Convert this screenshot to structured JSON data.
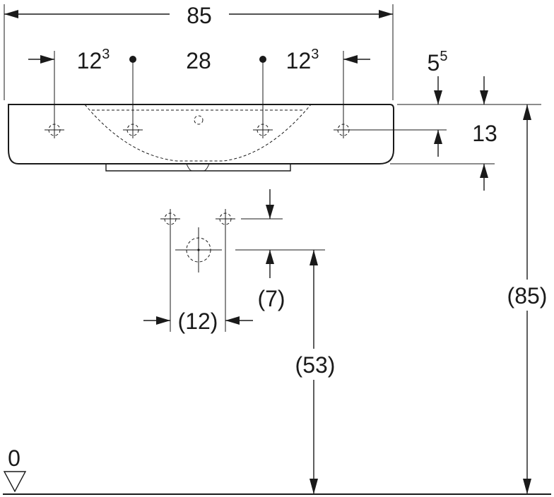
{
  "dimensions": {
    "overall_width": "85",
    "left_offset": {
      "base": "12",
      "sup": "3"
    },
    "tap_spacing": "28",
    "right_offset": {
      "base": "12",
      "sup": "3"
    },
    "rim_thickness": {
      "base": "5",
      "sup": "5"
    },
    "basin_depth": "13",
    "connection_spacing": "(12)",
    "connection_rise": "(7)",
    "drain_height": "(53)",
    "rim_height": "(85)",
    "floor_level": "0"
  }
}
